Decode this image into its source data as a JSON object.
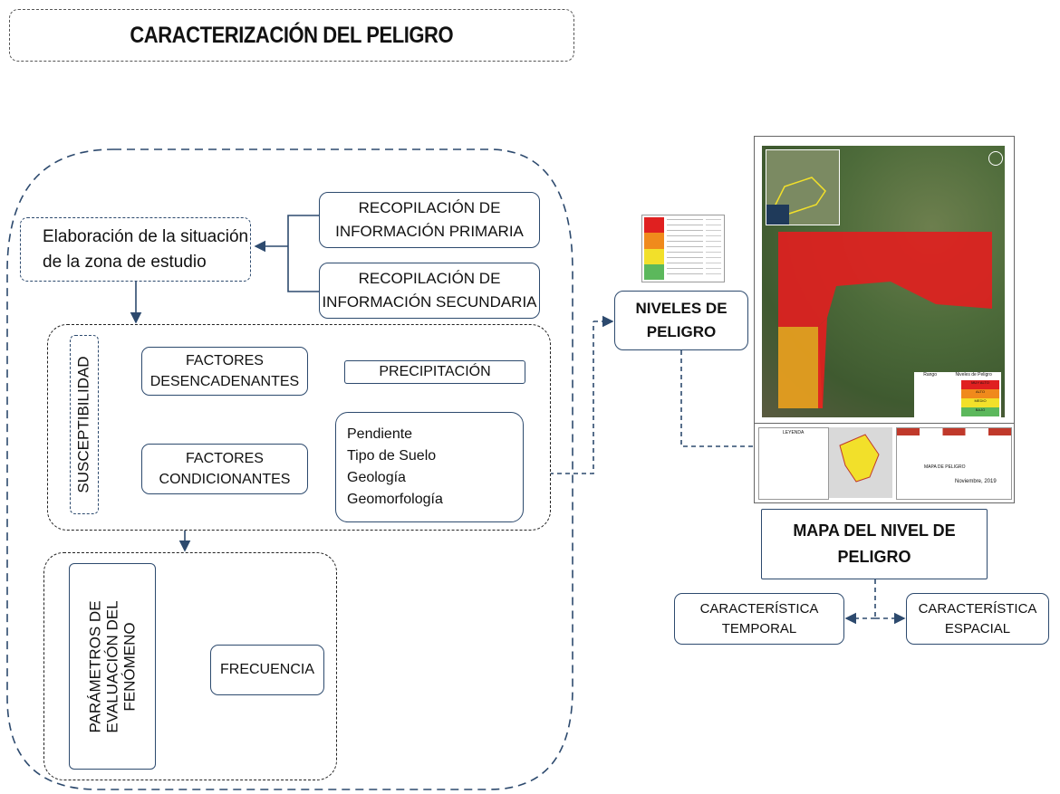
{
  "title": "CARACTERIZACIÓN DEL PELIGRO",
  "left": {
    "situacion": [
      "Elaboración de la situación",
      "de la zona de estudio"
    ],
    "primaria": [
      "RECOPILACIÓN DE",
      "INFORMACIÓN PRIMARIA"
    ],
    "secundaria": [
      "RECOPILACIÓN DE",
      "INFORMACIÓN SECUNDARIA"
    ],
    "susceptibilidad": "SUSCEPTIBILIDAD",
    "desencadenantes": [
      "FACTORES",
      "DESENCADENANTES"
    ],
    "precipitacion": "PRECIPITACIÓN",
    "condicionantes": [
      "FACTORES",
      "CONDICIONANTES"
    ],
    "condicionantes_list": [
      "Pendiente",
      "Tipo de Suelo",
      "Geología",
      "Geomorfología"
    ],
    "parametros": [
      "PARÁMETROS DE",
      "EVALUACIÓN DEL",
      "FENÓMENO"
    ],
    "frecuencia": "FRECUENCIA"
  },
  "right": {
    "niveles": [
      "NIVELES DE",
      "PELIGRO"
    ],
    "mapa": [
      "MAPA DEL NIVEL DE",
      "PELIGRO"
    ],
    "temporal": [
      "CARACTERÍSTICA",
      "TEMPORAL"
    ],
    "espacial": [
      "CARACTERÍSTICA",
      "ESPACIAL"
    ]
  },
  "map_table": {
    "header": [
      "Rango",
      "Niveles de Peligro"
    ],
    "levels": [
      "MUY ALTO",
      "ALTO",
      "MEDIO",
      "BAJO"
    ]
  },
  "map_footer": {
    "legend_title": "LEYENDA",
    "scale_label": "MAPA DE PELIGRO",
    "date": "Noviembre, 2019"
  },
  "colors": {
    "line": "#2d4a6e",
    "very_high": "#e02020",
    "high": "#f08a1c",
    "medium": "#f2e02a",
    "low": "#5cb85c",
    "map_bg": "#4d6b3a"
  }
}
